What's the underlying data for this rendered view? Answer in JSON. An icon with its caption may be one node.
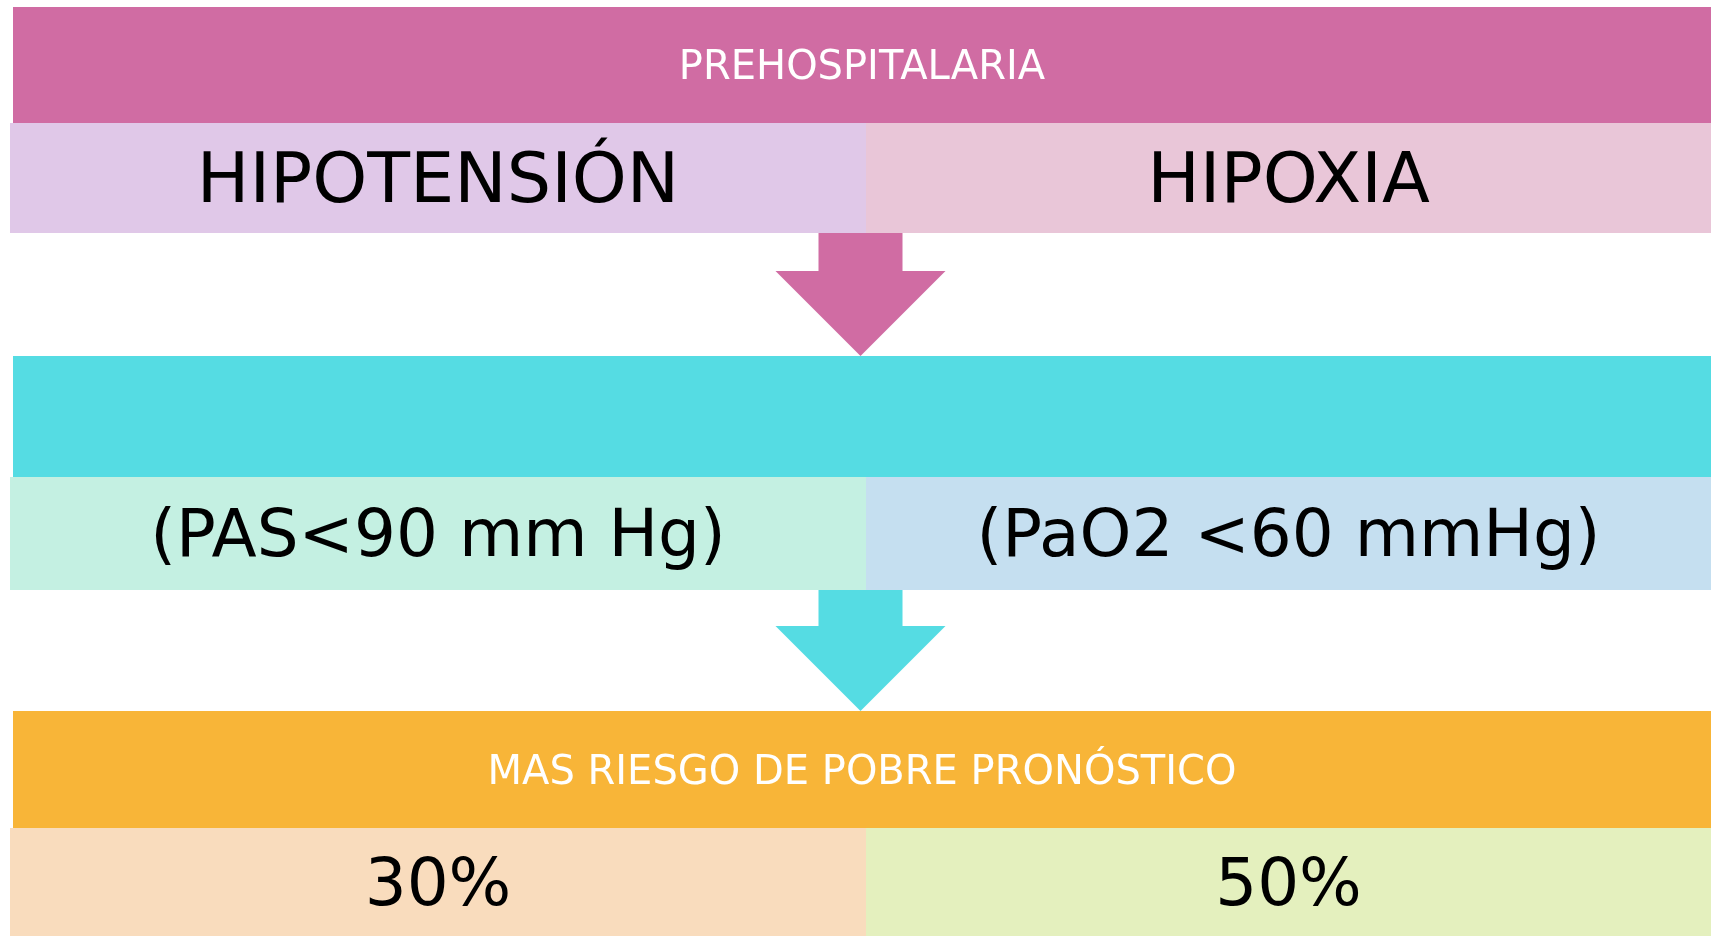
{
  "diagram": {
    "nodes": [
      {
        "text": [
          "PREHOSPITALARIA"
        ]
      },
      {
        "text": [
          "HIPOTENSIÓN"
        ]
      },
      {
        "text": [
          "HIPOXIA"
        ]
      },
      {
        "text": [],
        "shape": "bar"
      },
      {
        "text": [
          "(PAS<90 mm Hg)"
        ]
      },
      {
        "text": [
          "(PaO2 <60 mmHg)"
        ]
      },
      {
        "text": [
          "MAS RIESGO DE POBRE PRONÓSTICO"
        ]
      },
      {
        "text": [
          "30%"
        ]
      },
      {
        "text": [
          "50%"
        ]
      }
    ],
    "edges": [
      {
        "from": 1,
        "to": 3,
        "arrow": "to",
        "style": "thick",
        "color": "#d06ca3"
      },
      {
        "from": 2,
        "to": 3,
        "arrow": "to",
        "style": "thick",
        "color": "#d06ca3"
      },
      {
        "from": 4,
        "to": 6,
        "arrow": "to",
        "style": "thick",
        "color": "#55dce3"
      },
      {
        "from": 5,
        "to": 6,
        "arrow": "to",
        "style": "thick",
        "color": "#55dce3"
      }
    ]
  }
}
